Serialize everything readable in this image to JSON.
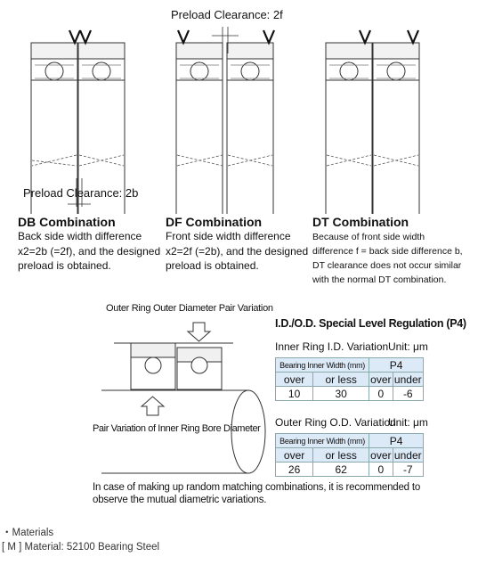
{
  "top_labels": {
    "preload_df": "Preload Clearance: 2f",
    "preload_db": "Preload Clearance: 2b"
  },
  "combos": [
    {
      "title": "DB Combination",
      "lines": [
        "Back side width difference",
        "x2=2b (=2f), and the designed",
        "preload is obtained."
      ]
    },
    {
      "title": "DF Combination",
      "lines": [
        "Front side width difference",
        "x2=2f (=2b), and the designed",
        "preload is obtained."
      ]
    },
    {
      "title": "DT Combination",
      "lines": [
        "Because of front side width",
        "difference f = back side difference b,",
        "DT clearance does not occur similar",
        "with the normal DT combination."
      ]
    }
  ],
  "diagram2": {
    "outer_ring_label": "Outer Ring Outer Diameter Pair Variation",
    "inner_ring_label": "Pair Variation of Inner Ring Bore Diameter"
  },
  "regulation": {
    "title": "I.D./O.D. Special Level Regulation (P4)",
    "inner": {
      "caption": "Inner Ring I.D. Variation",
      "unit": "Unit: μm",
      "header_left": "Bearing Inner Width (mm)",
      "header_right": "P4",
      "cols": [
        "over",
        "or less",
        "over",
        "under"
      ],
      "row": [
        "10",
        "30",
        "0",
        "-6"
      ]
    },
    "outer": {
      "caption": "Outer Ring O.D. Variation",
      "unit": "Unit: μm",
      "header_left": "Bearing Inner Width (mm)",
      "header_right": "P4",
      "cols": [
        "over",
        "or less",
        "over",
        "under"
      ],
      "row": [
        "26",
        "62",
        "0",
        "-7"
      ]
    }
  },
  "note_lines": [
    "In case of making up random matching combinations, it is recommended to",
    "observe the mutual diametric variations."
  ],
  "materials": {
    "heading": "・Materials",
    "line": "[ M ] Material: 52100 Bearing Steel"
  }
}
